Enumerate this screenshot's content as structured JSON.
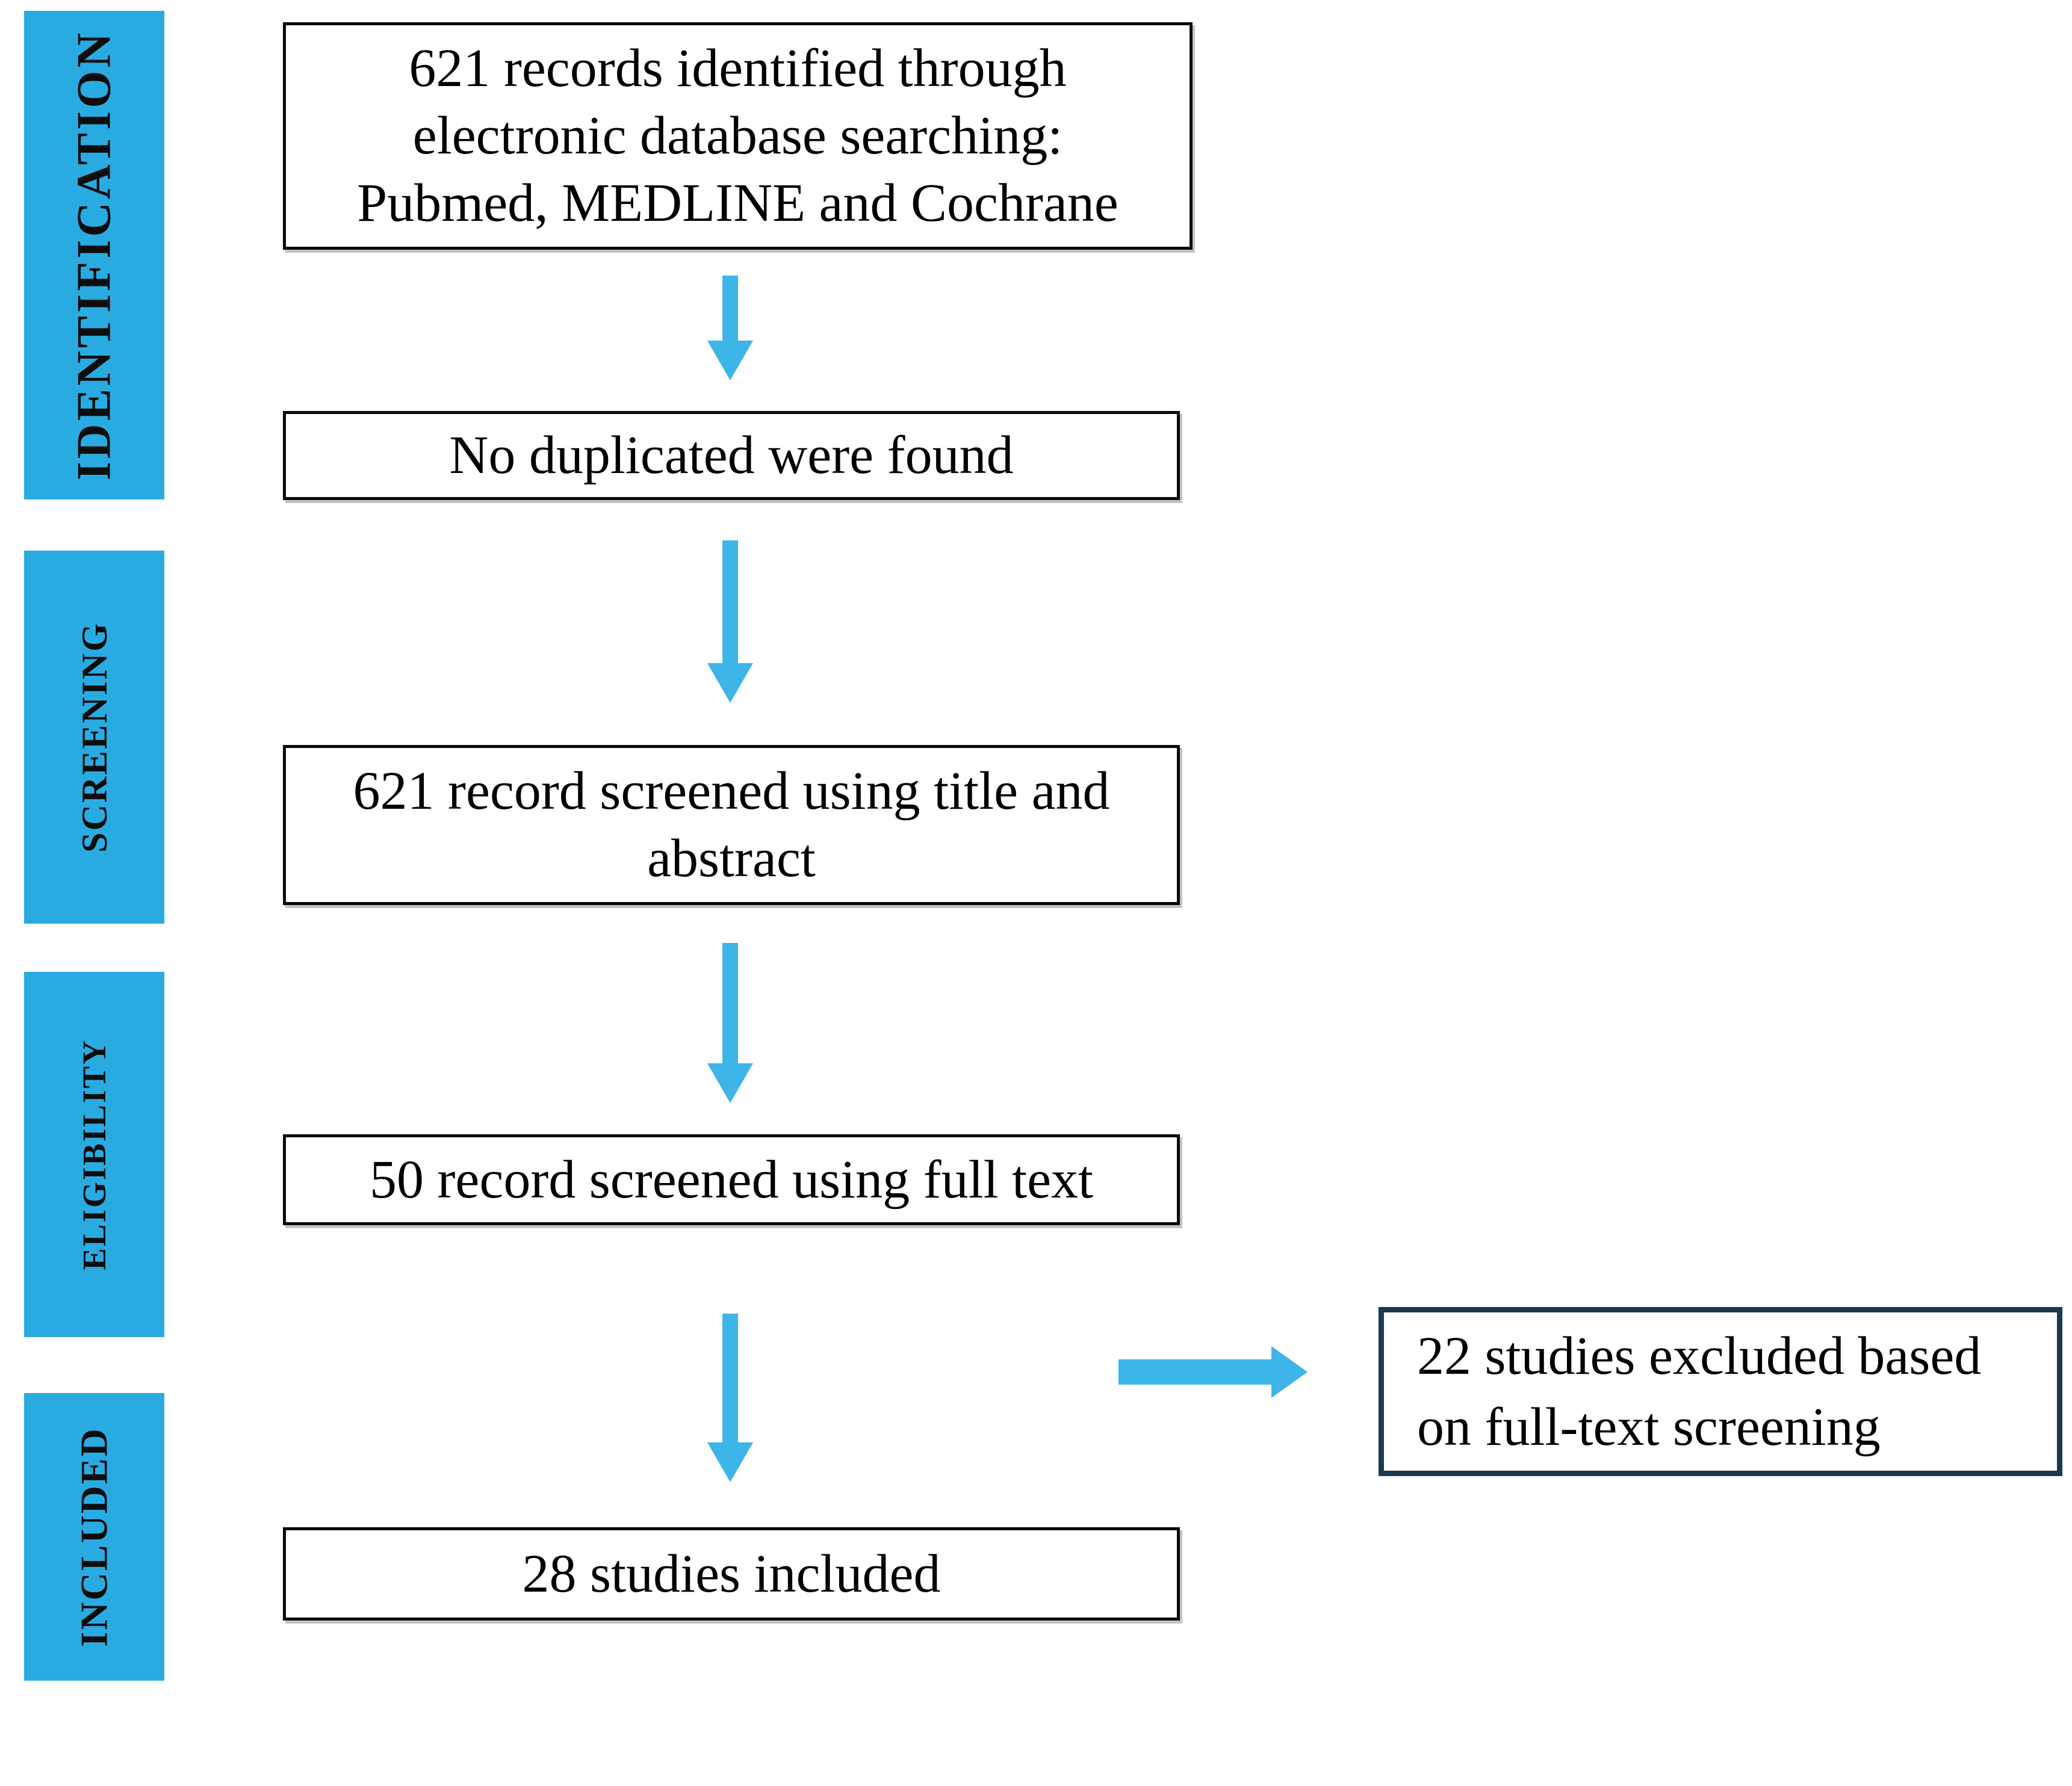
{
  "sidebar": {
    "stages": [
      {
        "label": "IDENTIFICATION"
      },
      {
        "label": "SCREENING"
      },
      {
        "label": "ELIGIBILITY"
      },
      {
        "label": "INCLUDED"
      }
    ]
  },
  "flow": {
    "boxes": [
      {
        "name": "records-identified",
        "lines": [
          "621 records identified through",
          "electronic database searching:",
          "Pubmed, MEDLINE and Cochrane"
        ]
      },
      {
        "name": "no-duplicates",
        "lines": [
          "No duplicated were found"
        ]
      },
      {
        "name": "title-abstract-screened",
        "lines": [
          "621 record screened using title and",
          "abstract"
        ]
      },
      {
        "name": "full-text-screened",
        "lines": [
          "50 record screened using full text"
        ]
      },
      {
        "name": "studies-included",
        "lines": [
          "28 studies included"
        ]
      },
      {
        "name": "studies-excluded",
        "lines": [
          "22 studies excluded based",
          "on full-text screening"
        ]
      }
    ]
  },
  "colors": {
    "stage_bar_fill": "#29abe2",
    "arrow_fill": "#3db5e9",
    "box_border": "#0a0a0a",
    "excluded_box_border": "#1b3a52",
    "text": "#000000"
  }
}
